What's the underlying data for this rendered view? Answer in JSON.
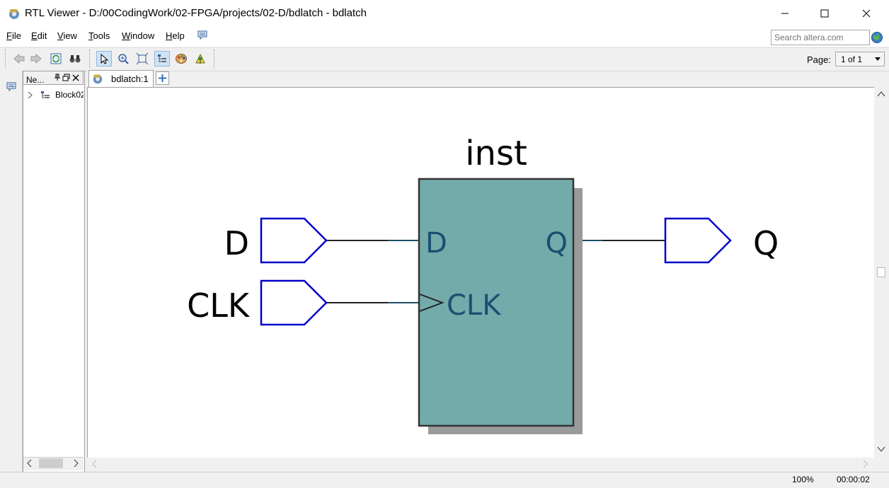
{
  "window": {
    "title": "RTL Viewer - D:/00CodingWork/02-FPGA/projects/02-D/bdlatch - bdlatch"
  },
  "menu": {
    "items": [
      {
        "label": "File",
        "underline": "F",
        "rest": "ile"
      },
      {
        "label": "Edit",
        "underline": "E",
        "rest": "dit"
      },
      {
        "label": "View",
        "underline": "V",
        "rest": "iew"
      },
      {
        "label": "Tools",
        "underline": "T",
        "rest": "ools"
      },
      {
        "label": "Window",
        "underline": "W",
        "rest": "indow"
      },
      {
        "label": "Help",
        "underline": "H",
        "rest": "elp"
      }
    ]
  },
  "search": {
    "placeholder": "Search altera.com"
  },
  "toolbar": {
    "page_label": "Page:",
    "page_value": "1 of 1"
  },
  "nav": {
    "title": "Ne...",
    "item": "Block02"
  },
  "tabs": [
    {
      "label": "bdlatch:1"
    }
  ],
  "schematic": {
    "instance_name": "inst",
    "inputs": [
      "D",
      "CLK"
    ],
    "outputs": [
      "Q"
    ],
    "ports": {
      "d": "D",
      "clk": "CLK",
      "q": "Q"
    },
    "block_color": "#73abab",
    "pin_color": "#0000c8"
  },
  "status": {
    "zoom": "100%",
    "elapsed": "00:00:02"
  }
}
